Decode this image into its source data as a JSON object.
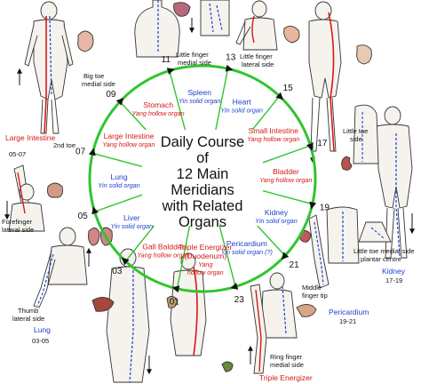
{
  "center": {
    "lines": [
      "Daily Course",
      "of",
      "12 Main",
      "Meridians",
      "with Related",
      "Organs"
    ]
  },
  "hours": [
    "13",
    "15",
    "17",
    "19",
    "21",
    "23",
    "01",
    "03",
    "05",
    "07",
    "09",
    "11"
  ],
  "organs": [
    {
      "name": "Heart",
      "type": "Yin solid organ",
      "yin": true
    },
    {
      "name": "Small Intestine",
      "type": "Yang hollow organ",
      "yin": false
    },
    {
      "name": "Bladder",
      "type": "Yang hollow organ",
      "yin": false
    },
    {
      "name": "Kidney",
      "type": "Yin solid organ",
      "yin": true
    },
    {
      "name": "Pericardium",
      "type": "Yin solid organ (?)",
      "yin": true
    },
    {
      "name": "Triple Energizer (Duodenum)",
      "type": "Yang hollow organ",
      "yin": false
    },
    {
      "name": "Gall Baldder",
      "type": "Yang hollow organ",
      "yin": false
    },
    {
      "name": "Liver",
      "type": "Yin solid organ",
      "yin": true
    },
    {
      "name": "Lung",
      "type": "Yin solid organ",
      "yin": true
    },
    {
      "name": "Large Intestine",
      "type": "Yang hollow organ",
      "yin": false
    },
    {
      "name": "Stomach",
      "type": "Yang hollow organ",
      "yin": false
    },
    {
      "name": "Spleen",
      "type": "Yin solid organ",
      "yin": true
    }
  ],
  "outer_labels": {
    "little_finger_medial": "Little finger medial side",
    "little_finger_lateral": "Little finger lateral side",
    "big_toe_medial": "Big toe medial side",
    "second_toe": "2nd toe",
    "little_toe_side": "Little toe side",
    "little_toe_medial_plantar": "Little toe medial side plantar centre",
    "middle_finger_tip": "Middle finger tip",
    "ring_finger_medial": "Ring finger medial side",
    "forefinger_lateral": "Forefinger lateral side",
    "thumb_lateral": "Thumb lateral side"
  },
  "meridian_tags": {
    "large_intestine": {
      "name": "Large Intestine",
      "hours": "05-07"
    },
    "kidney": {
      "name": "Kidney",
      "hours": "17-19"
    },
    "pericardium": {
      "name": "Pericardium",
      "hours": "19-21"
    },
    "lung": {
      "name": "Lung",
      "hours": "03-05"
    },
    "triple_energizer": {
      "name": "Triple Energizer"
    }
  },
  "colors": {
    "ring": "#2fc52f",
    "yin": "#1f3fd0",
    "yang": "#d81818",
    "line": "#222222",
    "skin": "#f7f7f7"
  }
}
